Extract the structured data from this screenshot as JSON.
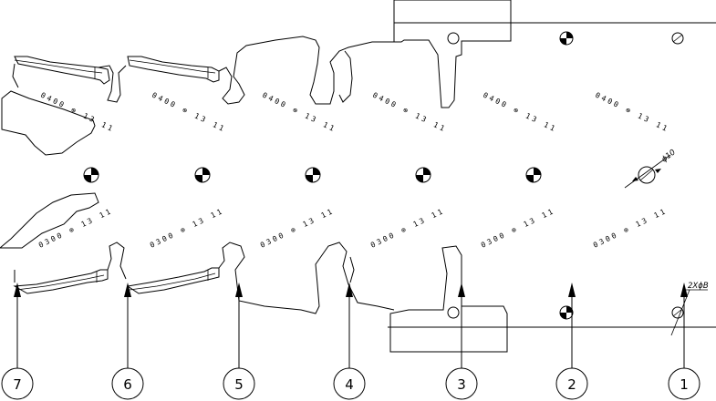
{
  "stages": [
    {
      "label": "1"
    },
    {
      "label": "2"
    },
    {
      "label": "3"
    },
    {
      "label": "4"
    },
    {
      "label": "5"
    },
    {
      "label": "6"
    },
    {
      "label": "7"
    }
  ],
  "code_upper": "0400 ⊕ 13 11",
  "code_lower": "0300 ⊕ 13 11",
  "annotations": {
    "hole_diameter": "ϕ10",
    "pilot_holes": "2XϕB"
  },
  "colors": {
    "line": "#000000",
    "background": "#ffffff"
  }
}
